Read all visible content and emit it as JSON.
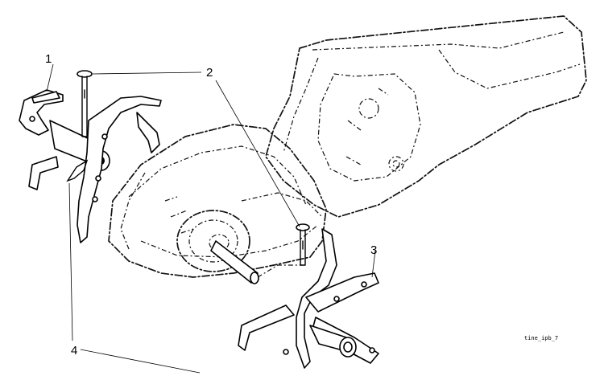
{
  "callouts": [
    {
      "id": "1",
      "label": "1"
    },
    {
      "id": "2",
      "label": "2"
    },
    {
      "id": "3",
      "label": "3"
    },
    {
      "id": "4",
      "label": "4"
    }
  ],
  "figure_tag": "tine_ipb_7"
}
